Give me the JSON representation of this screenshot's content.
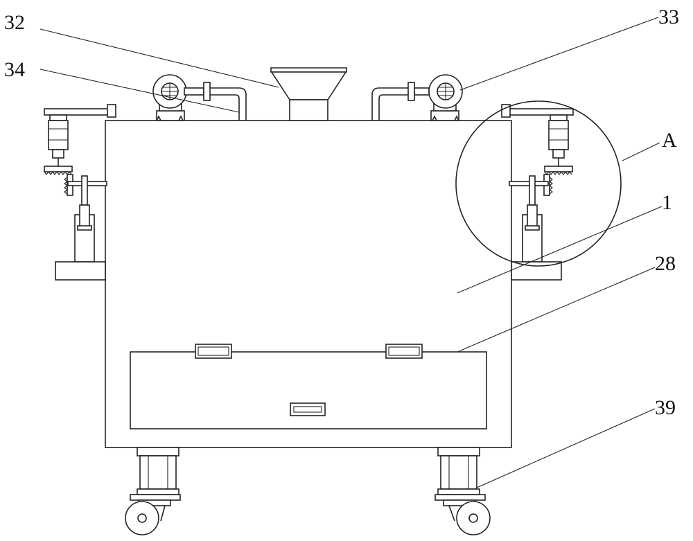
{
  "figure": {
    "callouts": [
      {
        "id": "c32",
        "text": "32"
      },
      {
        "id": "c33",
        "text": "33"
      },
      {
        "id": "c34",
        "text": "34"
      },
      {
        "id": "cA",
        "text": "A"
      },
      {
        "id": "c1",
        "text": "1"
      },
      {
        "id": "c28",
        "text": "28"
      },
      {
        "id": "c39",
        "text": "39"
      }
    ]
  }
}
